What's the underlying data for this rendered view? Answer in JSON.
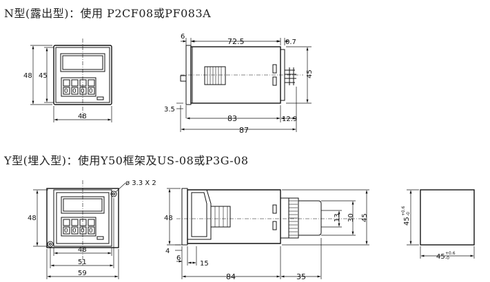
{
  "titles": {
    "n_type": "N型(露出型)：使用 P2CF08或PF083A",
    "y_type": "Y型(埋入型)：使用Y50框架及US-08或P3G-08"
  },
  "n_front": {
    "height": "48",
    "inner_height": "45",
    "width": "48"
  },
  "n_side": {
    "d6": "6",
    "d72_5": "72.5",
    "d0_7": "0.7",
    "d3_5": "3.5",
    "d83": "83",
    "d12_9": "12.9",
    "d87": "87",
    "d45": "45"
  },
  "y_front": {
    "hole_note": "ø 3.3 X 2",
    "height": "48",
    "w48": "48",
    "w51": "51",
    "w59": "59"
  },
  "y_side": {
    "h48": "48",
    "d4": "4",
    "d6": "6",
    "d15": "15",
    "d84": "84",
    "d35": "35",
    "d13": "13",
    "d30": "30",
    "d45": "45"
  },
  "panel_cutout": {
    "height": "45",
    "height_tol_plus": "+0.6",
    "height_tol_minus": "-0",
    "width": "45",
    "width_tol_plus": "+0.6",
    "width_tol_minus": "-0"
  },
  "key_labels": [
    "0",
    "0",
    "0",
    "0"
  ]
}
